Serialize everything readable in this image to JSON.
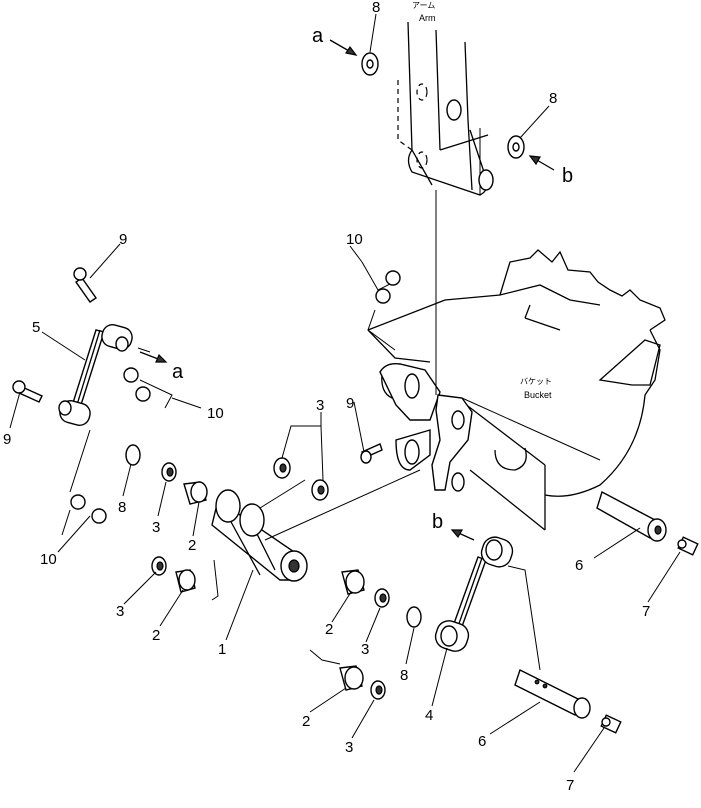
{
  "labels": {
    "arm_jp": "アーム",
    "arm_en": "Arm",
    "bucket_jp": "バケット",
    "bucket_en": "Bucket"
  },
  "letters": {
    "a": "a",
    "b": "b"
  },
  "callouts": {
    "n1": "1",
    "n2": "2",
    "n3": "3",
    "n4": "4",
    "n5": "5",
    "n6": "6",
    "n7": "7",
    "n8": "8",
    "n9": "9",
    "n10": "10"
  }
}
